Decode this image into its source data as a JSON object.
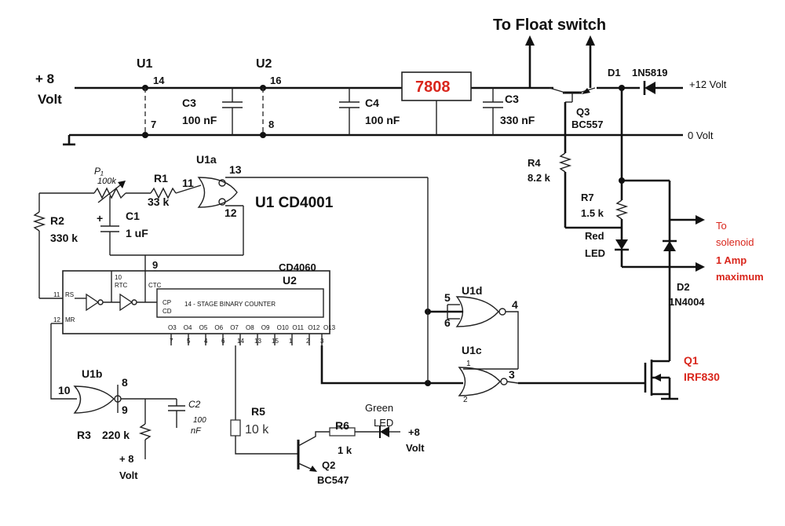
{
  "colors": {
    "red": "#d9261c",
    "wire": "#111111"
  },
  "header": {
    "float_switch": "To Float switch"
  },
  "rails": {
    "v8": "+ 8",
    "volt": "Volt",
    "v12": "+12 Volt",
    "v0": "0 Volt"
  },
  "regulator": {
    "name": "7808"
  },
  "u1_pins": {
    "label": "U1",
    "p14": "14",
    "p7": "7"
  },
  "u2_pins": {
    "label": "U2",
    "p16": "16",
    "p8": "8"
  },
  "caps": {
    "c3a": "C3",
    "c3a_val": "100 nF",
    "c4": "C4",
    "c4_val": "100 nF",
    "c3b": "C3",
    "c3b_val": "330 nF",
    "c1": "C1",
    "c1_val": "1 uF",
    "plus": "+"
  },
  "transistors": {
    "q3": "Q3",
    "q3_type": "BC557",
    "q2": "Q2",
    "q2_type": "BC547",
    "q1": "Q1",
    "q1_type": "IRF830"
  },
  "diodes": {
    "d1": "D1",
    "d1_type": "1N5819",
    "d2": "D2",
    "d2_type": "1N4004",
    "red_led_a": "Red",
    "red_led_b": "LED",
    "green_led_a": "Green",
    "green_led_b": "LED"
  },
  "resistors": {
    "r4": "R4",
    "r4_val": "8.2 k",
    "r7": "R7",
    "r7_val": "1.5 k",
    "r1": "R1",
    "r1_val": "33 k",
    "r2": "R2",
    "r2_val": "330 k",
    "r3": "R3",
    "r3_val": "220 k",
    "r5": "R5",
    "r5_val": "10 k",
    "r6": "R6",
    "r6_val": "1 k",
    "p1": "P₁",
    "p1_val": "100k"
  },
  "solenoid": {
    "to": "To",
    "name": "solenoid",
    "amp": "1 Amp",
    "max": "maximum"
  },
  "ics": {
    "u1_title": "U1  CD4001",
    "u1a": "U1a",
    "u1a_p13": "13",
    "u1a_p11": "11",
    "u1a_p12": "12",
    "u1d": "U1d",
    "u1d_p5": "5",
    "u1d_p6": "6",
    "u1d_p4": "4",
    "u1c": "U1c",
    "u1c_p1": "1",
    "u1c_p2": "2",
    "u1c_p3": "3",
    "u1b": "U1b",
    "u1b_p10": "10",
    "u1b_p8": "8",
    "u1b_p9": "9",
    "u2_part": "CD4060",
    "u2_label": "U2",
    "counter_text": "14 - STAGE BINARY COUNTER",
    "p9": "9",
    "p10": "10",
    "p11": "11",
    "p12": "12",
    "rtc": "RTC",
    "ctc": "CTC",
    "rs": "RS",
    "mr": "MR",
    "cp": "CP",
    "cd": "CD",
    "outputs": [
      "O3",
      "O4",
      "O5",
      "O6",
      "O7",
      "O8",
      "O9",
      "O10",
      "O11",
      "O12",
      "O13"
    ],
    "out_pins": [
      "7",
      "5",
      "4",
      "6",
      "14",
      "13",
      "15",
      "1",
      "2",
      "3"
    ]
  },
  "c2": {
    "name": "C2",
    "val_a": "100",
    "val_b": "nF"
  },
  "supply_small": {
    "v8": "+ 8",
    "volt": "Volt",
    "v8b": "+8"
  }
}
